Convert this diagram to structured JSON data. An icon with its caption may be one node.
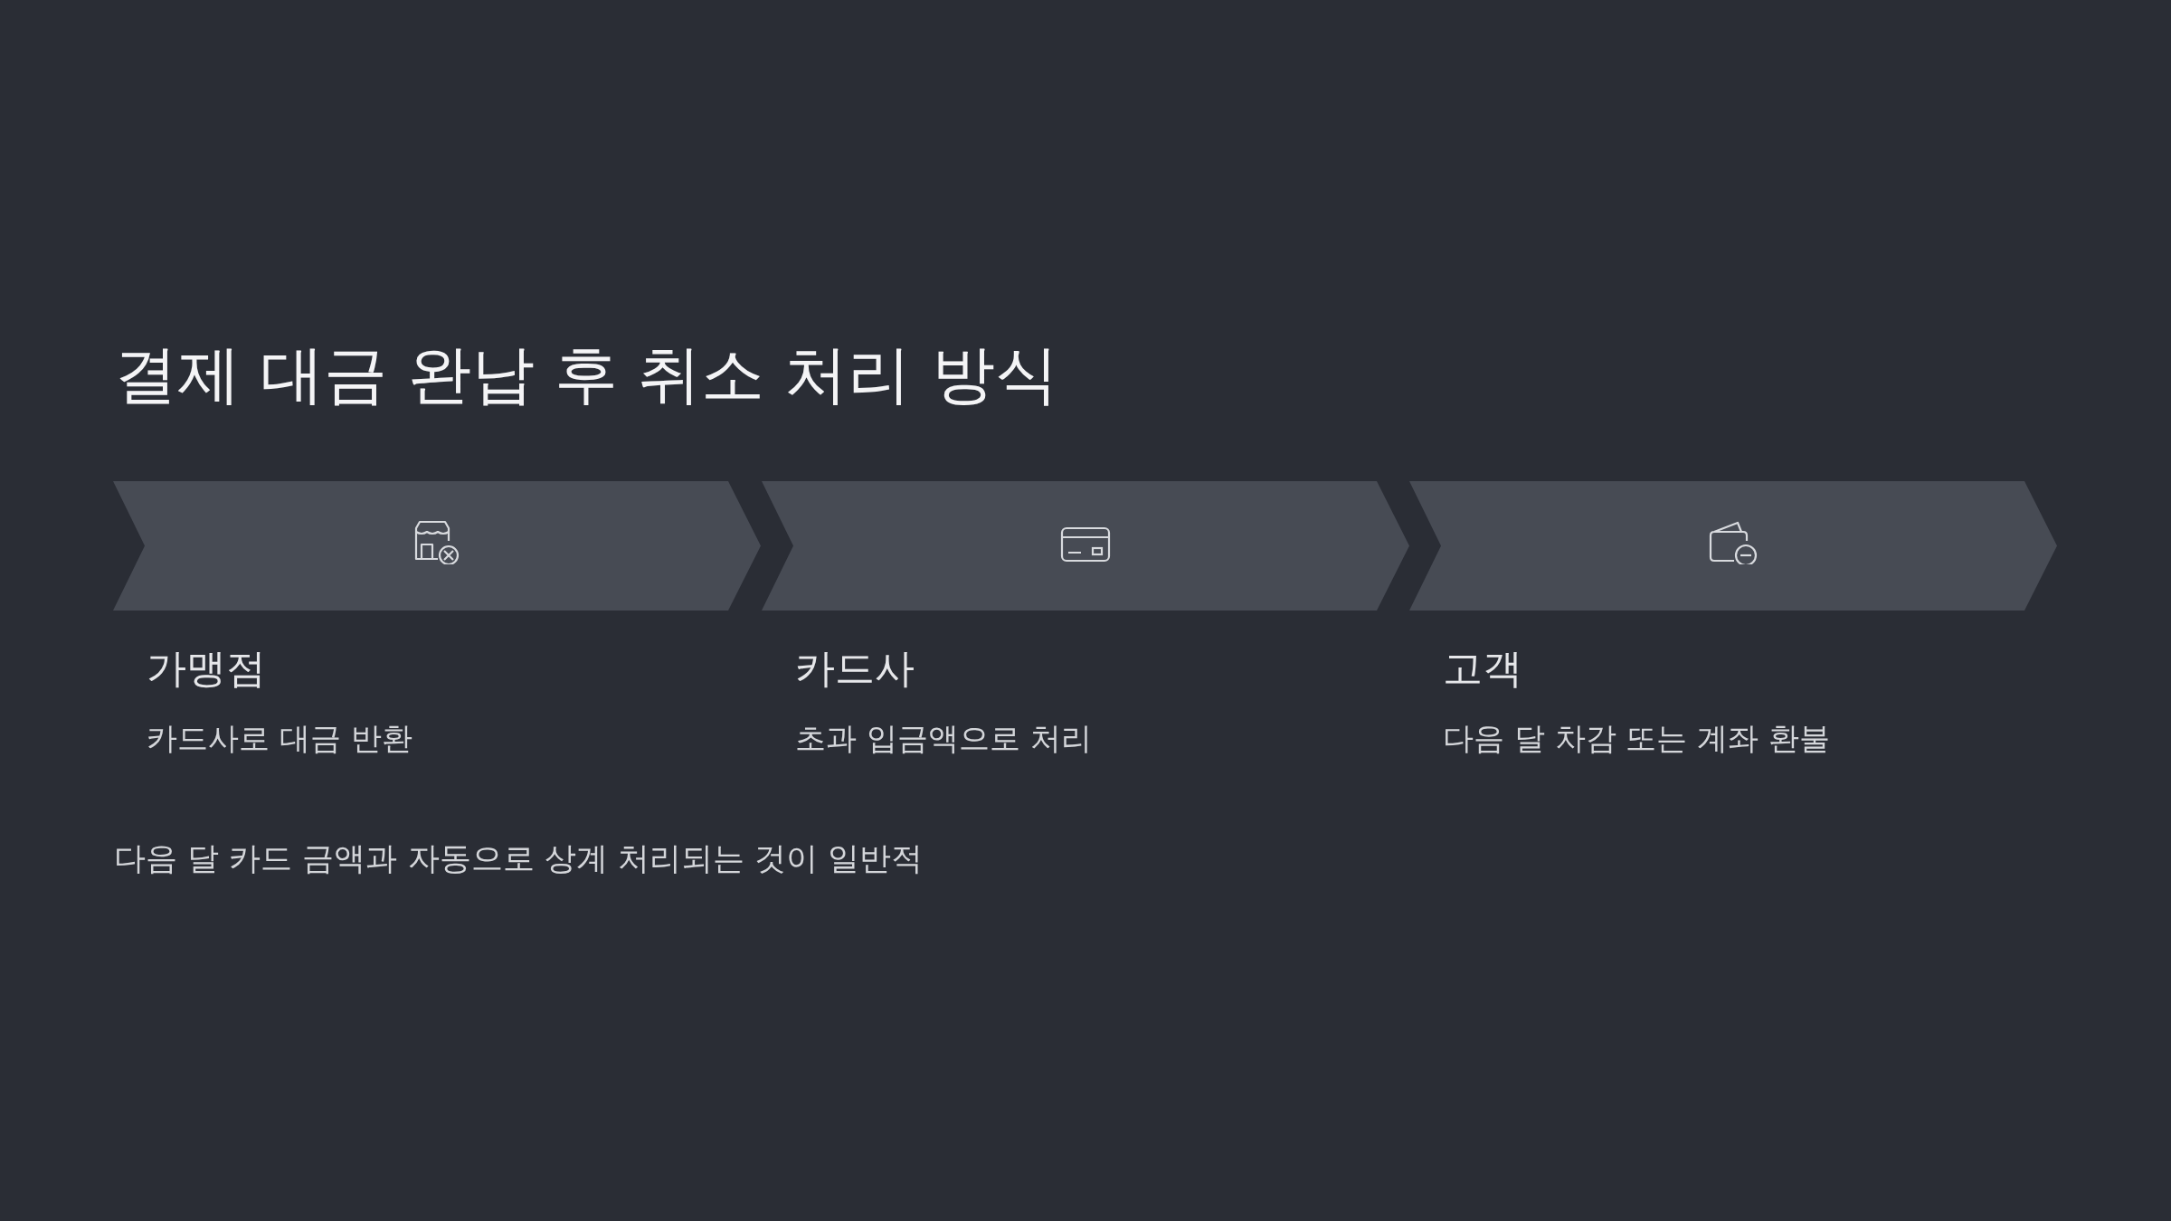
{
  "diagram": {
    "title": "결제 대금 완납 후 취소 처리 방식",
    "nodes": [
      {
        "text": [
          "가맹점",
          "카드사로 대금 반환"
        ]
      },
      {
        "text": [
          "카드사",
          "초과 입금액으로 처리"
        ]
      },
      {
        "text": [
          "고객",
          "다음 달 차감 또는 계좌 환불"
        ]
      }
    ],
    "labels": [
      "다음 달 카드 금액과 자동으로 상계 처리되는 것이 일반적"
    ]
  }
}
